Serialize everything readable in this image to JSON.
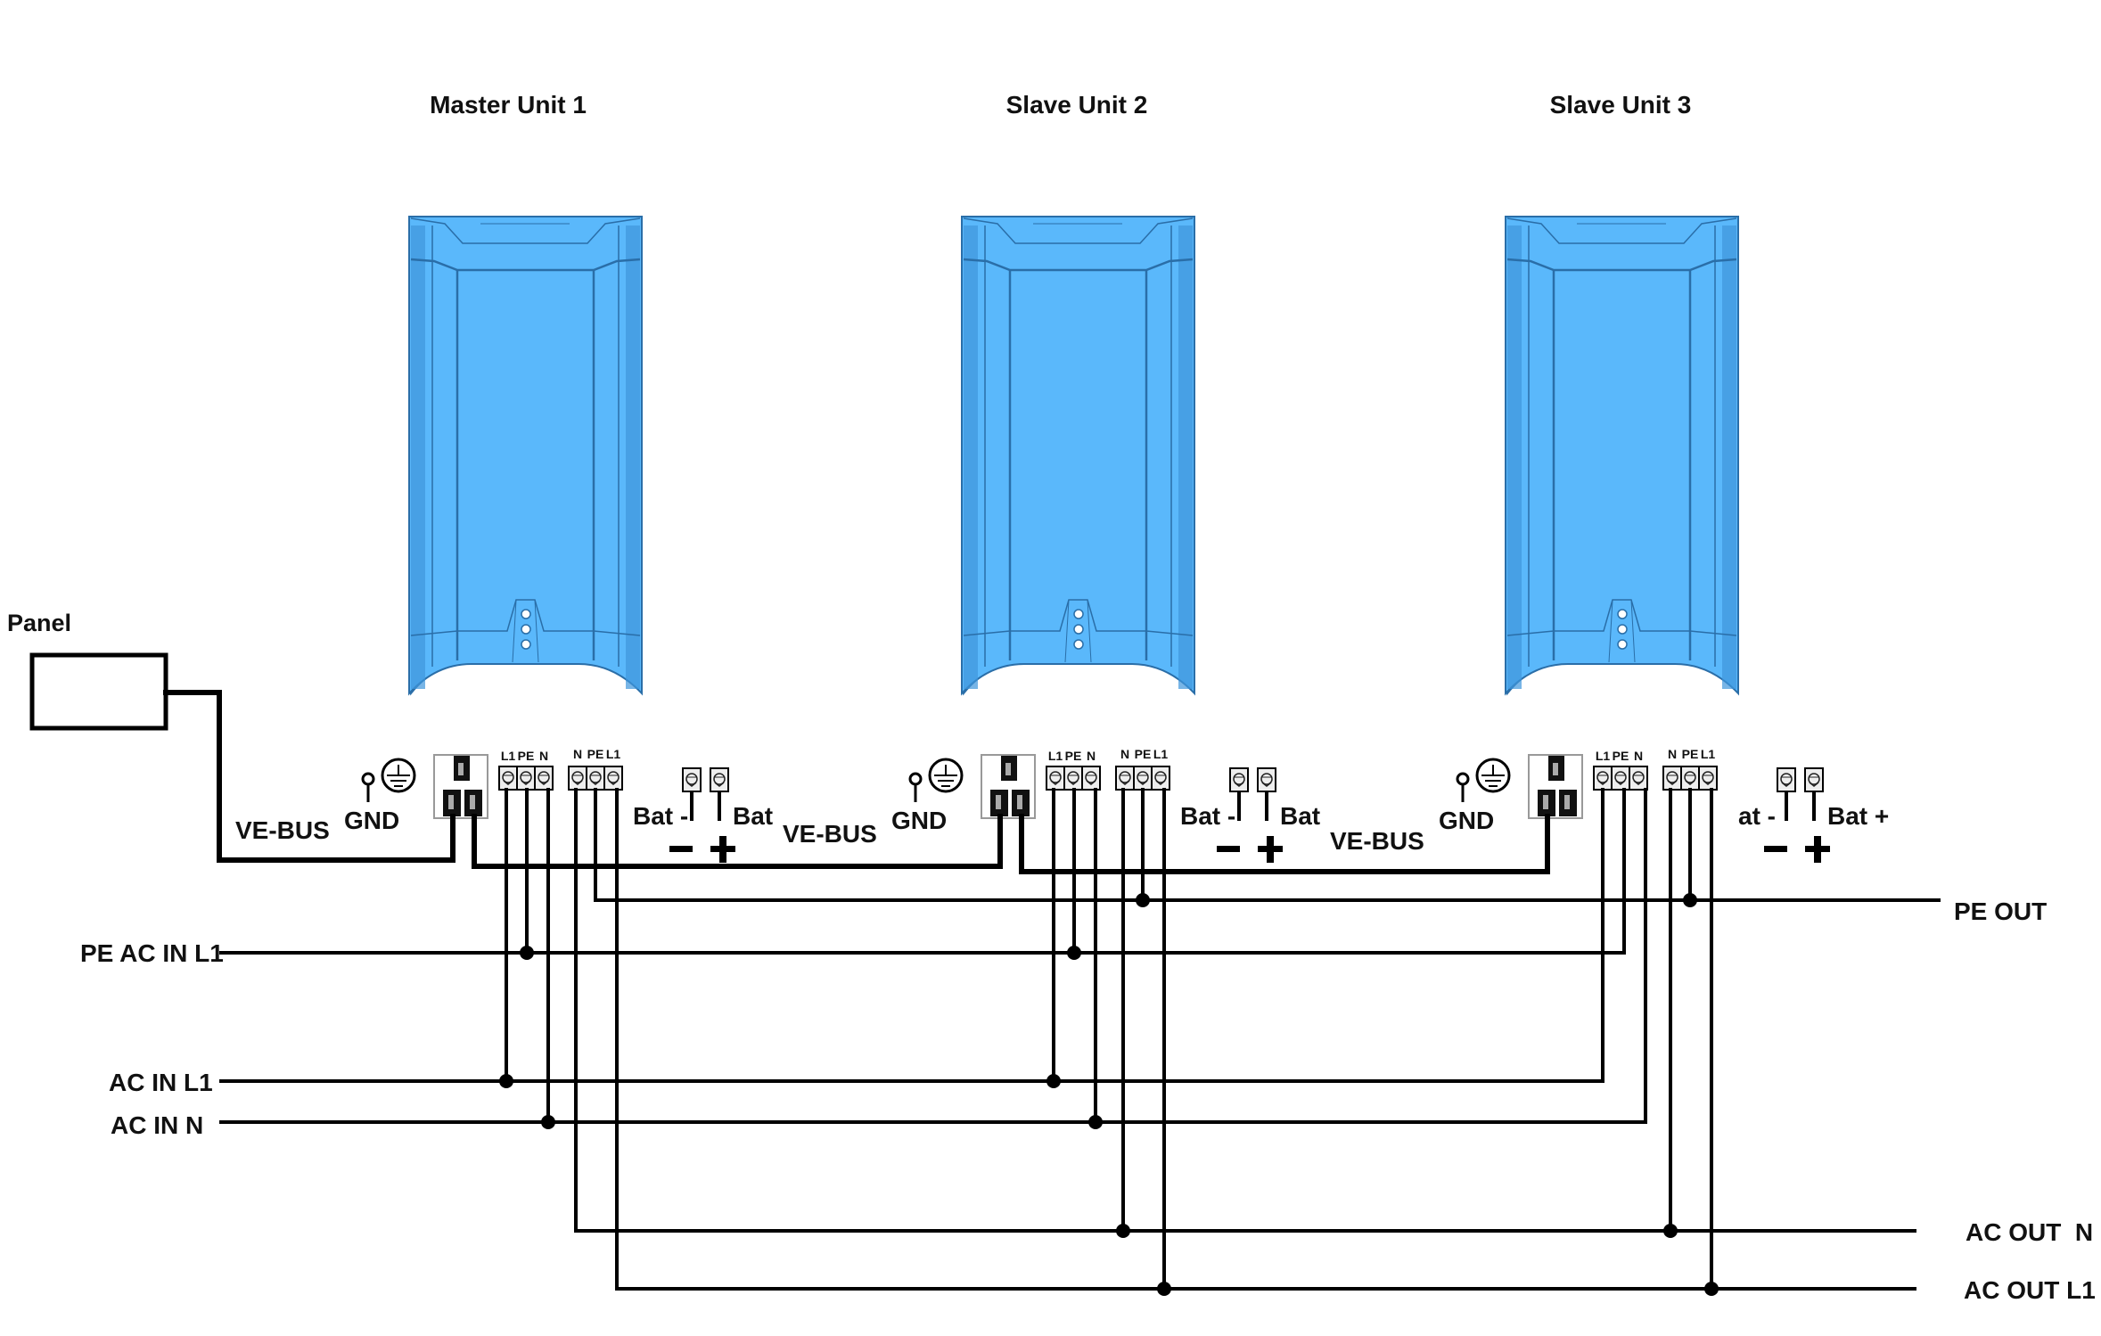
{
  "title": "Parallel connection of three inverter units",
  "units": [
    {
      "title": "Master   Unit 1",
      "role": "master"
    },
    {
      "title": "Slave Unit 2",
      "role": "slave"
    },
    {
      "title": "Slave Unit 3",
      "role": "slave"
    }
  ],
  "unit_labels": {
    "vebus": "VE-BUS",
    "gnd": "GND",
    "input_terminals": [
      "L1",
      "PE",
      "N"
    ],
    "output_terminals": [
      "N",
      "PE",
      "L1"
    ],
    "minus_sign": "−",
    "plus_sign": "+"
  },
  "battery_labels": [
    {
      "neg": "Bat -",
      "pos": "Bat"
    },
    {
      "neg": "Bat -",
      "pos": "Bat"
    },
    {
      "neg": "at -",
      "pos": "Bat +"
    }
  ],
  "panel": {
    "label": "Panel"
  },
  "input_lines": [
    {
      "label": "PE AC IN L1"
    },
    {
      "label": "AC IN L1"
    },
    {
      "label": "AC IN N"
    }
  ],
  "output_lines": [
    {
      "label": "PE OUT"
    },
    {
      "label": "AC OUT  N"
    },
    {
      "label": "AC OUT L1"
    }
  ],
  "colors": {
    "unit_body": "#5ab8fb",
    "unit_shade": "#3f95dc",
    "unit_edge": "#2a6ea8",
    "wire": "#000000"
  }
}
